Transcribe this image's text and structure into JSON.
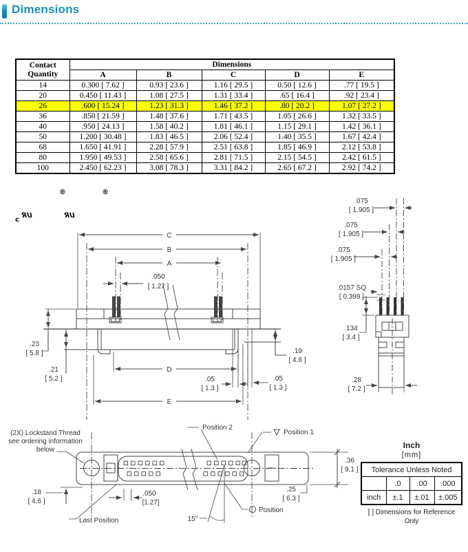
{
  "header": {
    "title": "Dimensions"
  },
  "dim_table": {
    "corner_line1": "Contact",
    "corner_line2": "Quantity",
    "group": "Dimensions",
    "cols": [
      "A",
      "B",
      "C",
      "D",
      "E"
    ],
    "rows": [
      [
        "14",
        "0.300 [ 7.62 ]",
        "0.93 [ 23.6 ]",
        "1.16 [ 29.5 ]",
        "0.50 [ 12.6 ]",
        ".77 [ 19.5 ]"
      ],
      [
        "20",
        "0.450 [ 11.43 ]",
        "1.08 [ 27.5 ]",
        "1.31 [ 33.4 ]",
        ".65 [ 16.4 ]",
        ".92 [ 23.4 ]"
      ],
      [
        "26",
        ".600 [ 15.24 ]",
        "1.23 [ 31.3 ]",
        "1.46 [ 37.2 ]",
        ".80 [ 20.2 ]",
        "1.07 [ 27.2 ]"
      ],
      [
        "36",
        ".850 [ 21.59 ]",
        "1.48 [ 37.6 ]",
        "1.71 [ 43.5 ]",
        "1.05 [ 26.6 ]",
        "1.32 [ 33.5 ]"
      ],
      [
        "40",
        ".950 [ 24.13 ]",
        "1.58 [ 40.2 ]",
        "1.81 [ 46.1 ]",
        "1.15 [ 29.1 ]",
        "1.42 [ 36.1 ]"
      ],
      [
        "50",
        "1.200 [ 30.48 ]",
        "1.83 [ 46.5 ]",
        "2.06 [ 52.4 ]",
        "1.40 [ 35.5 ]",
        "1.67 [ 42.4 ]"
      ],
      [
        "68",
        "1.650 [ 41.91 ]",
        "2.28 [ 57.9 ]",
        "2.51 [ 63.8 ]",
        "1.85 [ 46.9 ]",
        "2.12 [ 53.8 ]"
      ],
      [
        "80",
        "1.950 [ 49.53 ]",
        "2.58 [ 65.6 ]",
        "2.81 [ 71.5 ]",
        "2.15 [ 54.5 ]",
        "2.42 [ 61.5 ]"
      ],
      [
        "100",
        "2.450 [ 62.23 ]",
        "3.08 [ 78.3 ]",
        "3.31 [ 84.2 ]",
        "2.65 [ 67.2 ]",
        "2.92 [ 74.2 ]"
      ]
    ],
    "highlight_qty": "26",
    "highlight_color": "#ffff00"
  },
  "ul": {
    "c": "c",
    "mark": "ЯU",
    "reg": "®"
  },
  "front_view": {
    "dim_c": "C",
    "dim_b": "B",
    "dim_a": "A",
    "pitch": ".050",
    "pitch_mm": "[ 1.27 ]",
    "h23": ".23",
    "h23_mm": "[ 5.8 ]",
    "h21": ".21",
    "h21_mm": "[ 5.2 ]",
    "dim_d": "D",
    "gap_mid": ".05",
    "gap_mid_mm": "[ 1.3 ]",
    "dim_e": "E",
    "h19": ".19",
    "h19_mm": "[ 4.8 ]",
    "gap_right": ".05",
    "gap_right_mm": "[ 1.3 ]"
  },
  "side_view": {
    "p1": ".075",
    "p1_mm": "[ 1.905 ]",
    "p2": ".075",
    "p2_mm": "[ 1.905 ]",
    "p3": ".075",
    "p3_mm": "[ 1.905 ]",
    "sq": ".0157 SQ",
    "sq_mm": "[ 0.399 ]",
    "pin_len": ".134",
    "pin_len_mm": "[ 3.4 ]",
    "w28": ".28",
    "w28_mm": "[ 7.2 ]"
  },
  "top_view": {
    "lockstand_1": "(2X) Lockstand Thread",
    "lockstand_2": "see ordering information",
    "lockstand_3": "below",
    "position2": "Position 2",
    "position1": "Position 1",
    "h36": ".36",
    "h36_mm": "[ 9.1 ]",
    "h18": ".18",
    "h18_mm": "[ 4.6 ]",
    "pitch": ".050",
    "pitch_mm": "[1.27]",
    "last_position": "Last Position",
    "angle": "15°",
    "position": "Position",
    "h25": ".25",
    "h25_mm": "[ 6.3 ]"
  },
  "tolerance": {
    "title": "Inch",
    "subtitle": "[mm]",
    "header": "Tolerance Unless Noted",
    "c1": ".0",
    "c2": ".00",
    "c3": ".000",
    "row_label": "inch",
    "v1": "±.1",
    "v2": "±.01",
    "v3": "±.005",
    "note1": "[ ] Dimensions for Reference",
    "note2": "Only"
  }
}
